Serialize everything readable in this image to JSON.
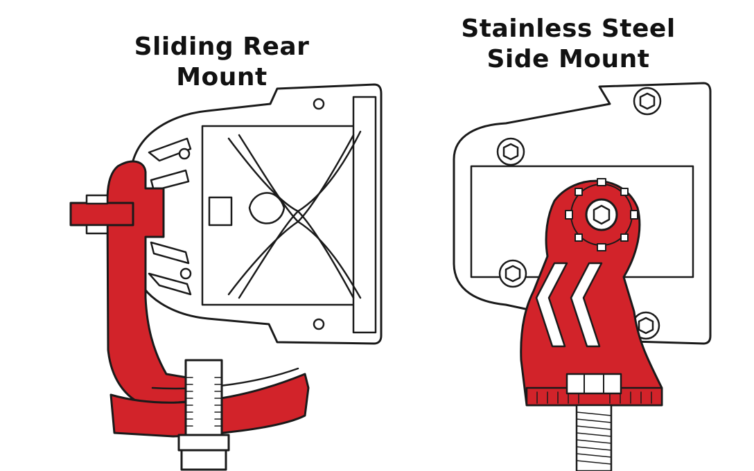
{
  "left": {
    "title": "Sliding Rear Mount"
  },
  "right": {
    "title_line1": "Stainless Steel",
    "title_line2": "Side Mount"
  },
  "colors": {
    "mount": "#d2232a",
    "outline": "#1a1a1a",
    "body": "#ffffff",
    "highlight": "#f2f2f2"
  },
  "icons": [
    "hex-bolt-icon",
    "threaded-rod-icon",
    "hex-nut-icon",
    "gear-ring-icon"
  ]
}
